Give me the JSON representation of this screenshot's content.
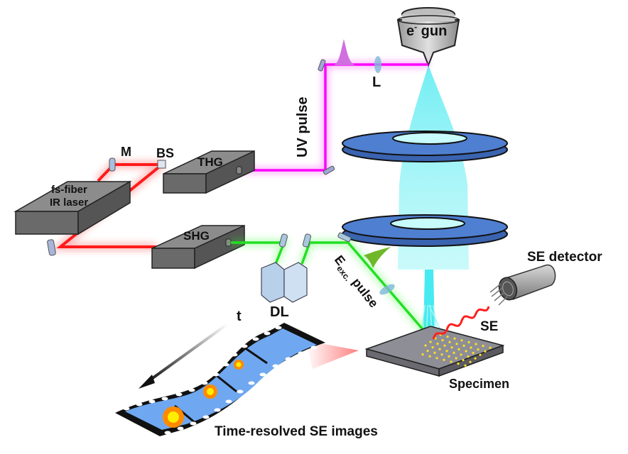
{
  "title": "Ultrafast scanning electron microscopy setup",
  "labels": {
    "e_gun": "e",
    "e_gun_sup": "-",
    "e_gun_rest": " gun",
    "lens": "L",
    "uv_pulse": "UV pulse",
    "mirror": "M",
    "beam_splitter": "BS",
    "thg": "THG",
    "shg": "SHG",
    "laser_line1": "fs-fiber",
    "laser_line2": "IR laser",
    "delay_line": "DL",
    "exc_pulse_E": "E",
    "exc_pulse_sub": "exc.",
    "exc_pulse_rest": " pulse",
    "se_detector": "SE detector",
    "se": "SE",
    "specimen": "Specimen",
    "time": "t",
    "caption": "Time-resolved SE images"
  },
  "colors": {
    "ir_beam": "#ff1a1a",
    "uv_beam": "#ff00ff",
    "green_beam": "#22e022",
    "electron_beam": "#33e8ee",
    "lens_ring": "#4f7fd0",
    "box_top": "#8a8a8a",
    "box_side": "#5e5e5e",
    "film_frame": "#6fa8f0",
    "spot_outer": "#ff8a00",
    "spot_inner": "#ffee00"
  },
  "film_frames": [
    {
      "spot": "large"
    },
    {
      "spot": "medium"
    },
    {
      "spot": "small"
    },
    {
      "spot": "none"
    }
  ]
}
